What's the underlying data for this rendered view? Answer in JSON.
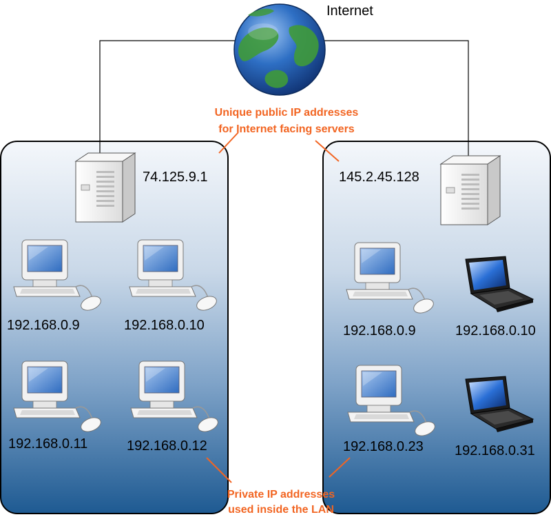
{
  "internet": {
    "label": "Internet"
  },
  "annotations": {
    "public_line1": "Unique public IP addresses",
    "public_line2": "for Internet facing servers",
    "private_line1": "Private IP addresses",
    "private_line2": "used inside the LAN",
    "color": "#f26522"
  },
  "lan_left": {
    "server_ip": "74.125.9.1",
    "computers": [
      {
        "ip": "192.168.0.9",
        "kind": "desktop"
      },
      {
        "ip": "192.168.0.10",
        "kind": "desktop"
      },
      {
        "ip": "192.168.0.11",
        "kind": "desktop"
      },
      {
        "ip": "192.168.0.12",
        "kind": "desktop"
      }
    ]
  },
  "lan_right": {
    "server_ip": "145.2.45.128",
    "computers": [
      {
        "ip": "192.168.0.9",
        "kind": "desktop"
      },
      {
        "ip": "192.168.0.10",
        "kind": "laptop"
      },
      {
        "ip": "192.168.0.23",
        "kind": "desktop"
      },
      {
        "ip": "192.168.0.31",
        "kind": "laptop"
      }
    ]
  },
  "colors": {
    "lan_top": "#f4f7fb",
    "lan_mid": "#9fb8d4",
    "lan_bottom": "#1e5a92",
    "globe_ocean": "#2e6fc4",
    "globe_land": "#3f9a3a"
  }
}
